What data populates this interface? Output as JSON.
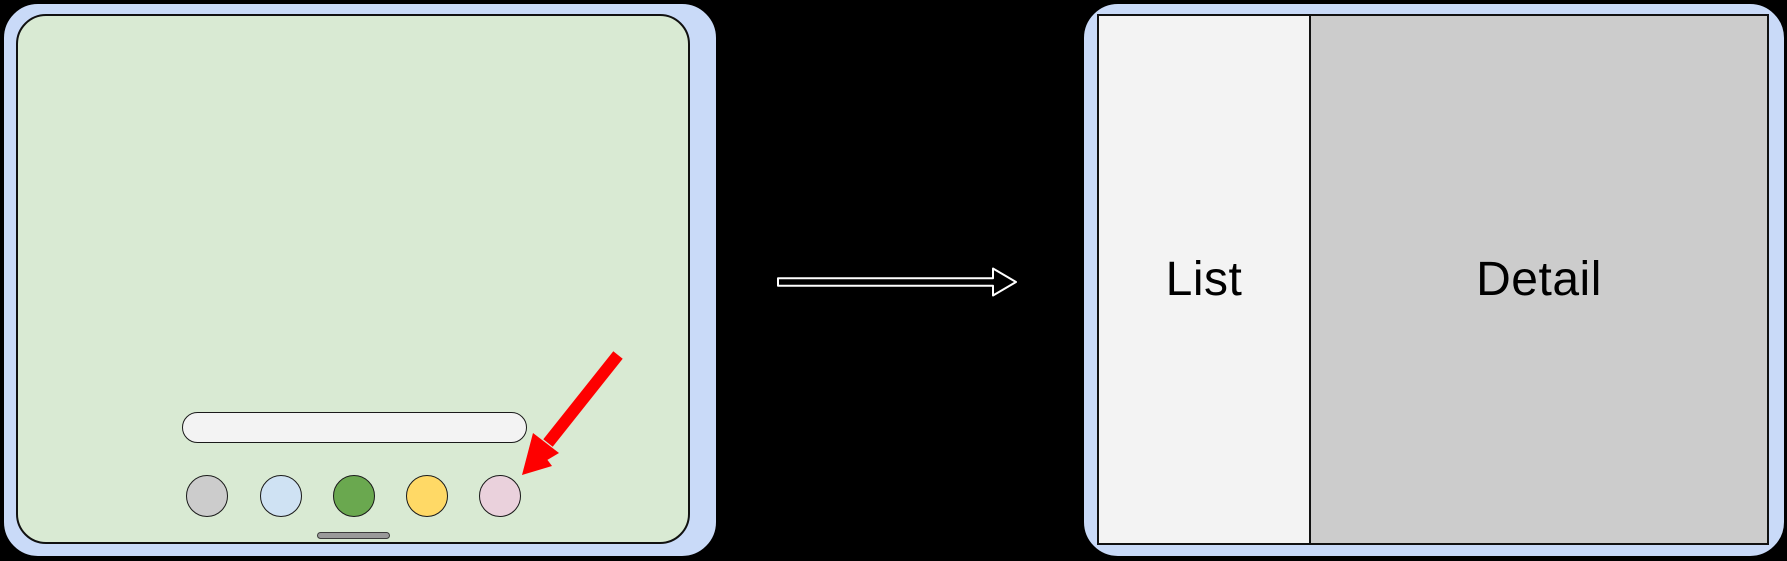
{
  "diagram": {
    "description": "Tablet home screen transitioning to a list-detail split view",
    "background_color": "#000000"
  },
  "before_device": {
    "frame_color": "#c9daf8",
    "screen_color": "#d9ead3",
    "search_pill": {
      "color": "#f3f3f3",
      "value": "",
      "placeholder": ""
    },
    "dock_icons": [
      {
        "name": "gray-app-icon",
        "color": "#cccccc"
      },
      {
        "name": "blue-app-icon",
        "color": "#cfe2f3"
      },
      {
        "name": "green-app-icon",
        "color": "#6aa84f"
      },
      {
        "name": "yellow-app-icon",
        "color": "#ffd966"
      },
      {
        "name": "pink-app-icon",
        "color": "#ead1dc"
      }
    ],
    "home_indicator_color": "#9a9a9a",
    "annotation_arrow": {
      "color": "#fe0000",
      "points_to": "pink-app-icon",
      "direction": "down-left"
    }
  },
  "transition_arrow": {
    "style": "hollow-outline",
    "stroke_color": "#ffffff",
    "direction": "right"
  },
  "after_device": {
    "frame_color": "#c9daf8",
    "panes": [
      {
        "label": "List",
        "color": "#f3f3f3",
        "width_fraction": 0.32
      },
      {
        "label": "Detail",
        "color": "#cccccc",
        "width_fraction": 0.68
      }
    ]
  }
}
